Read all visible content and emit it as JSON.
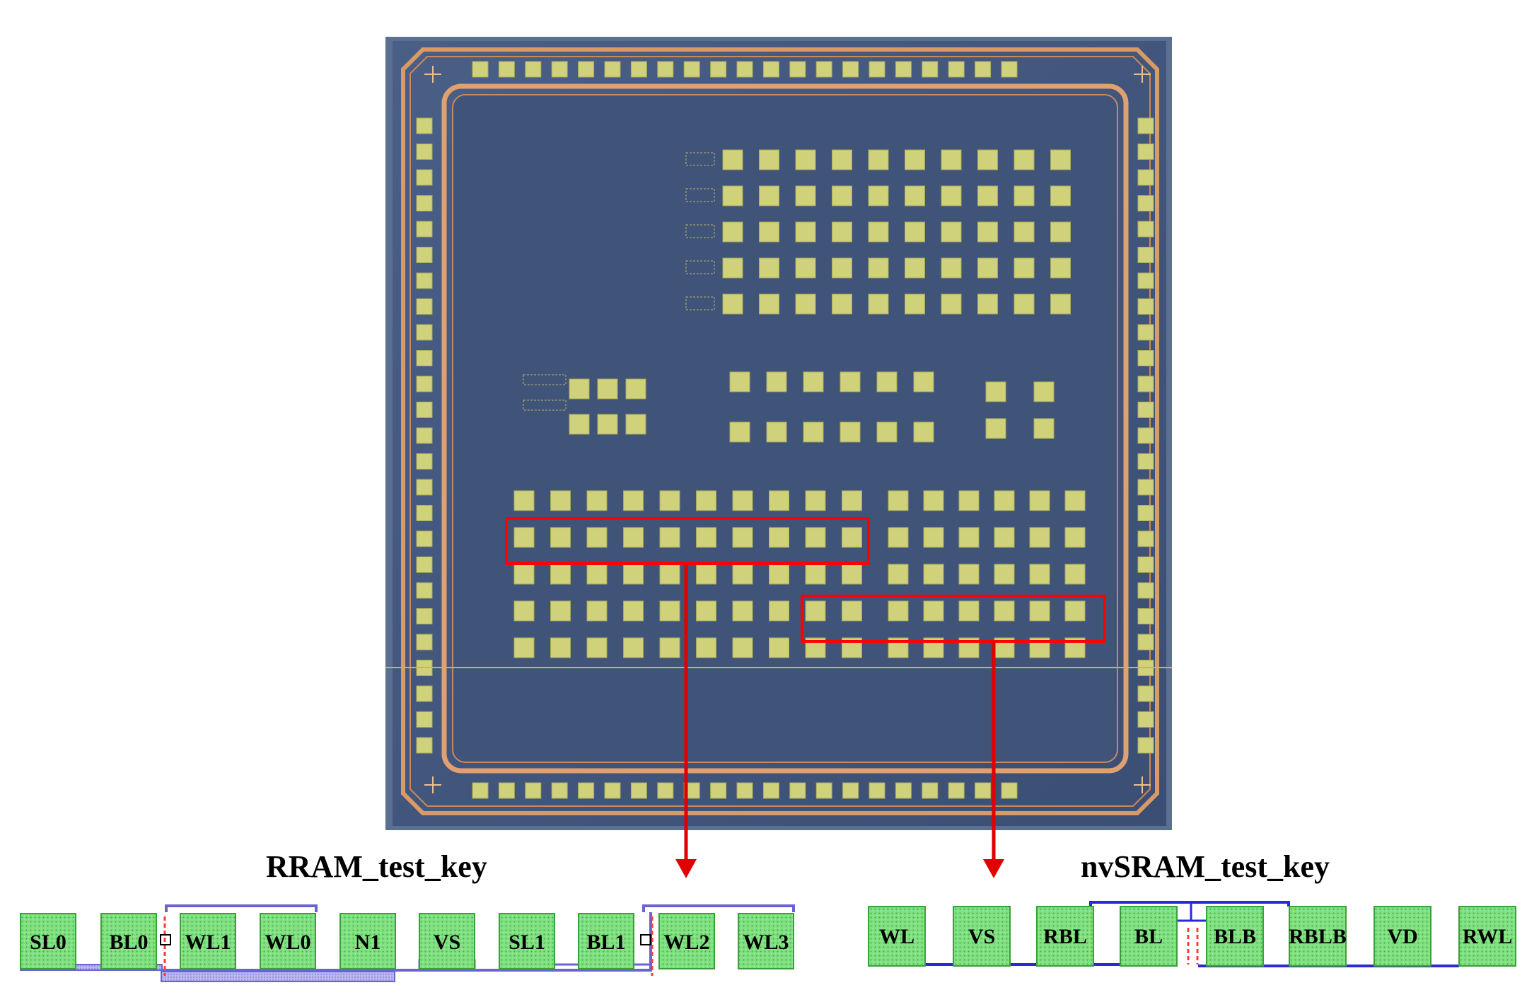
{
  "die_photo": {
    "description_free": true
  },
  "highlight_color": "#ff0000",
  "pad_color": "#cfd27a",
  "rram_layout": {
    "title": "RRAM_test_key",
    "pads": [
      "SL0",
      "BL0",
      "WL1",
      "WL0",
      "N1",
      "VS",
      "SL1",
      "BL1",
      "WL2",
      "WL3"
    ]
  },
  "nvsram_layout": {
    "title": "nvSRAM_test_key",
    "pads": [
      "WL",
      "VS",
      "RBL",
      "BL",
      "BLB",
      "RBLB",
      "VD",
      "RWL"
    ]
  }
}
